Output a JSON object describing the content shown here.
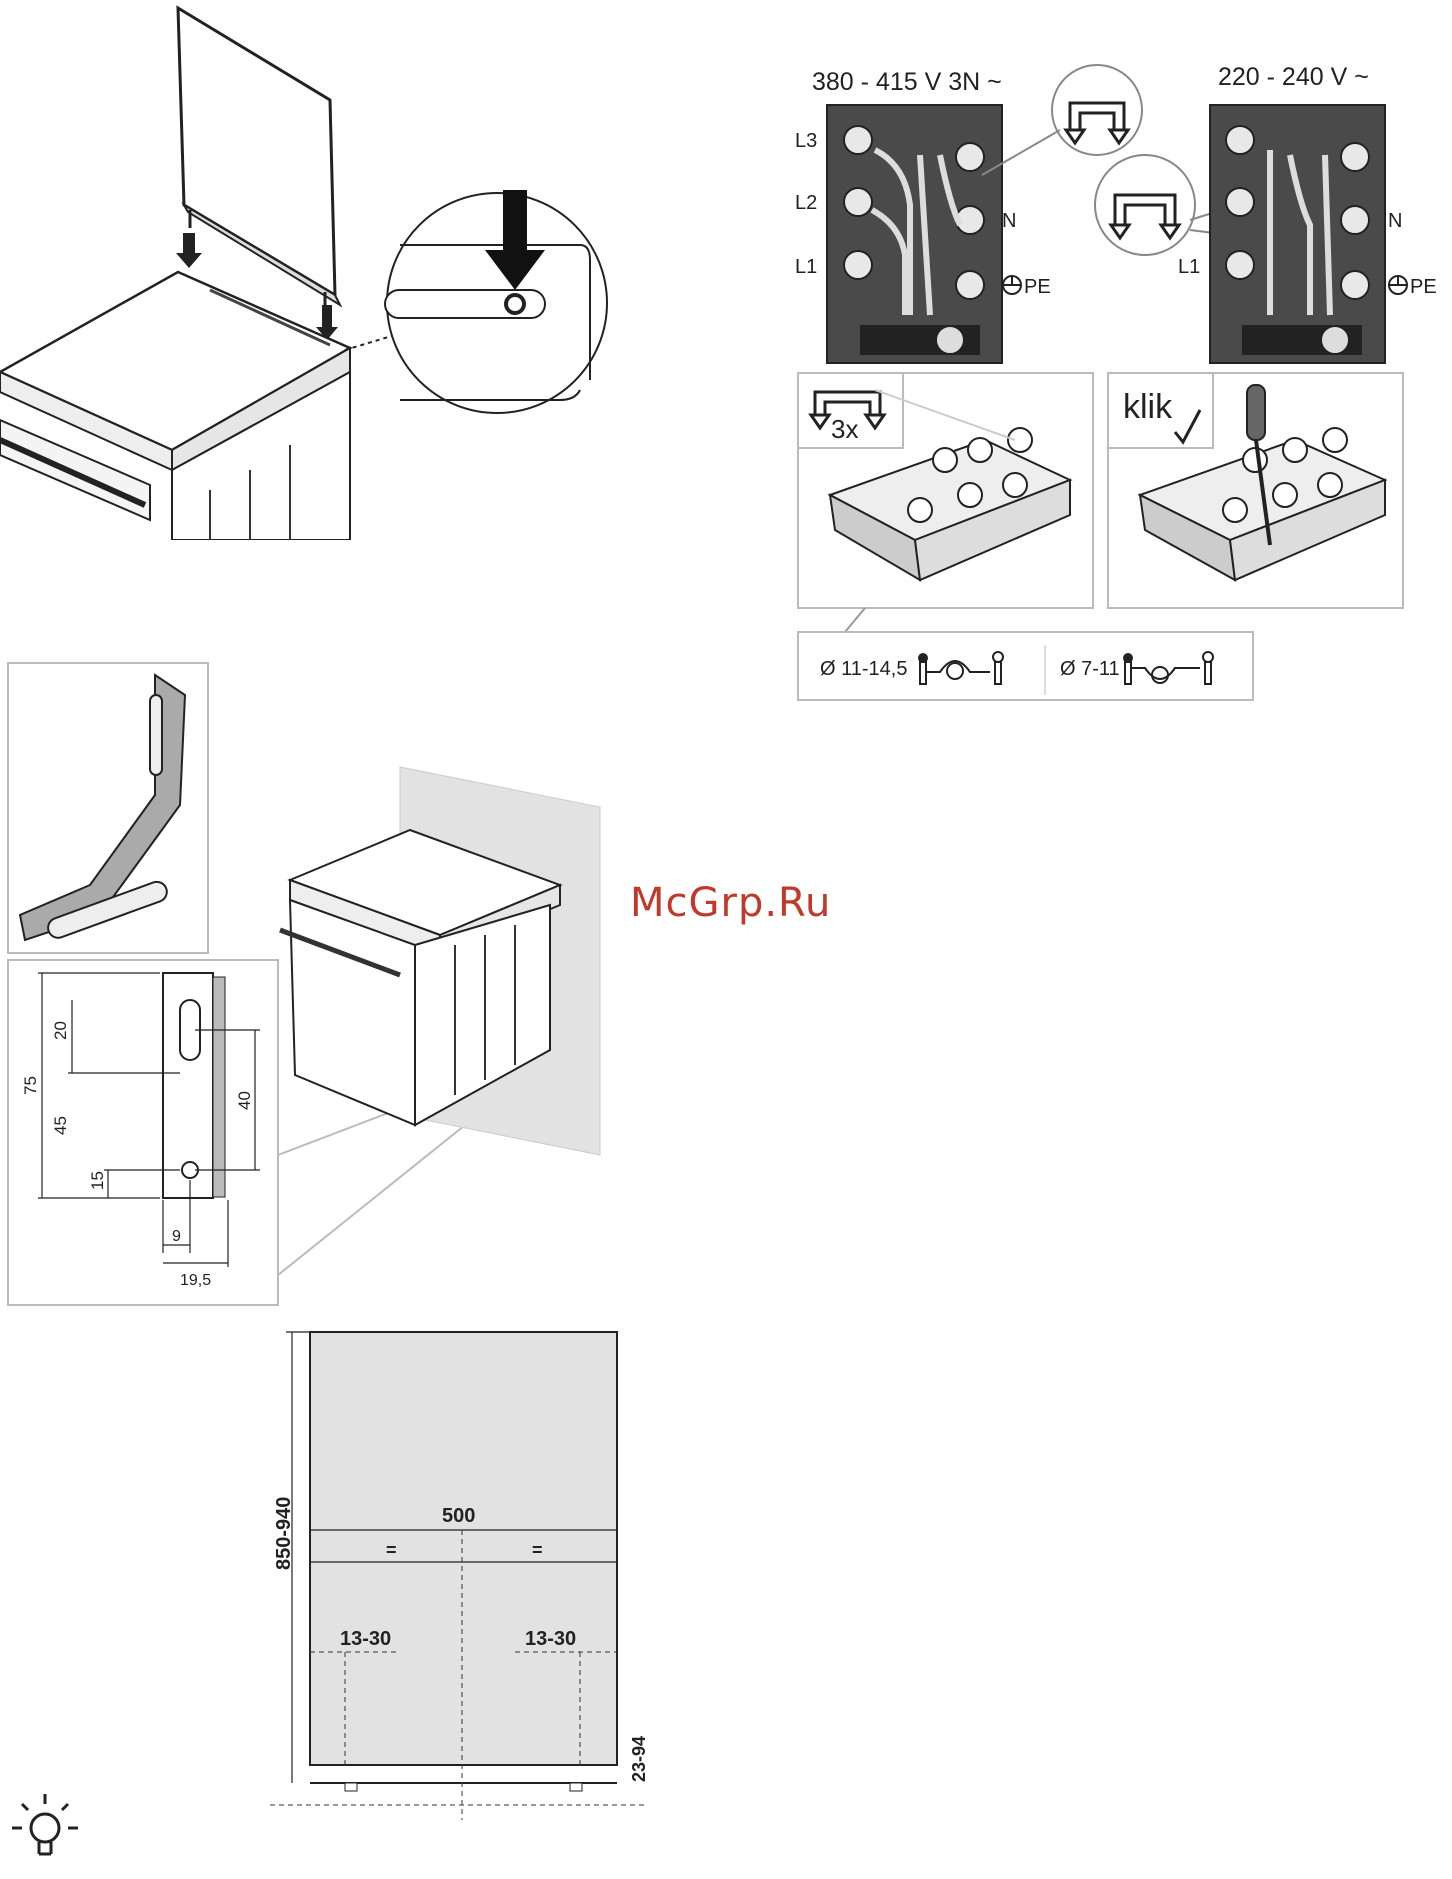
{
  "watermark": "McGrp.Ru",
  "wiring": {
    "three_phase_title": "380 - 415 V 3N ~",
    "single_phase_title": "220 - 240 V ~",
    "terminals_left": [
      "L3",
      "L2",
      "L1"
    ],
    "terminal_n": "N",
    "terminal_pe": "PE",
    "single_l1": "L1"
  },
  "steps": {
    "bridge_count": "3x",
    "click": "klik"
  },
  "cable_clamp": {
    "large": "Ø 11-14,5",
    "small": "Ø 7-11"
  },
  "bracket_dimensions": {
    "d20": "20",
    "d75": "75",
    "d45": "45",
    "d15": "15",
    "d40": "40",
    "d9": "9",
    "d19_5": "19,5"
  },
  "wall_dimensions": {
    "height": "850-940",
    "width": "500",
    "equal_left": "=",
    "equal_right": "=",
    "offset_left": "13-30",
    "offset_right": "13-30",
    "floor": "23-94"
  },
  "icons": [
    "down-arrow-icon",
    "bridge-icon",
    "earth-icon",
    "screwdriver-icon",
    "checkmark-icon",
    "lightbulb-icon"
  ]
}
